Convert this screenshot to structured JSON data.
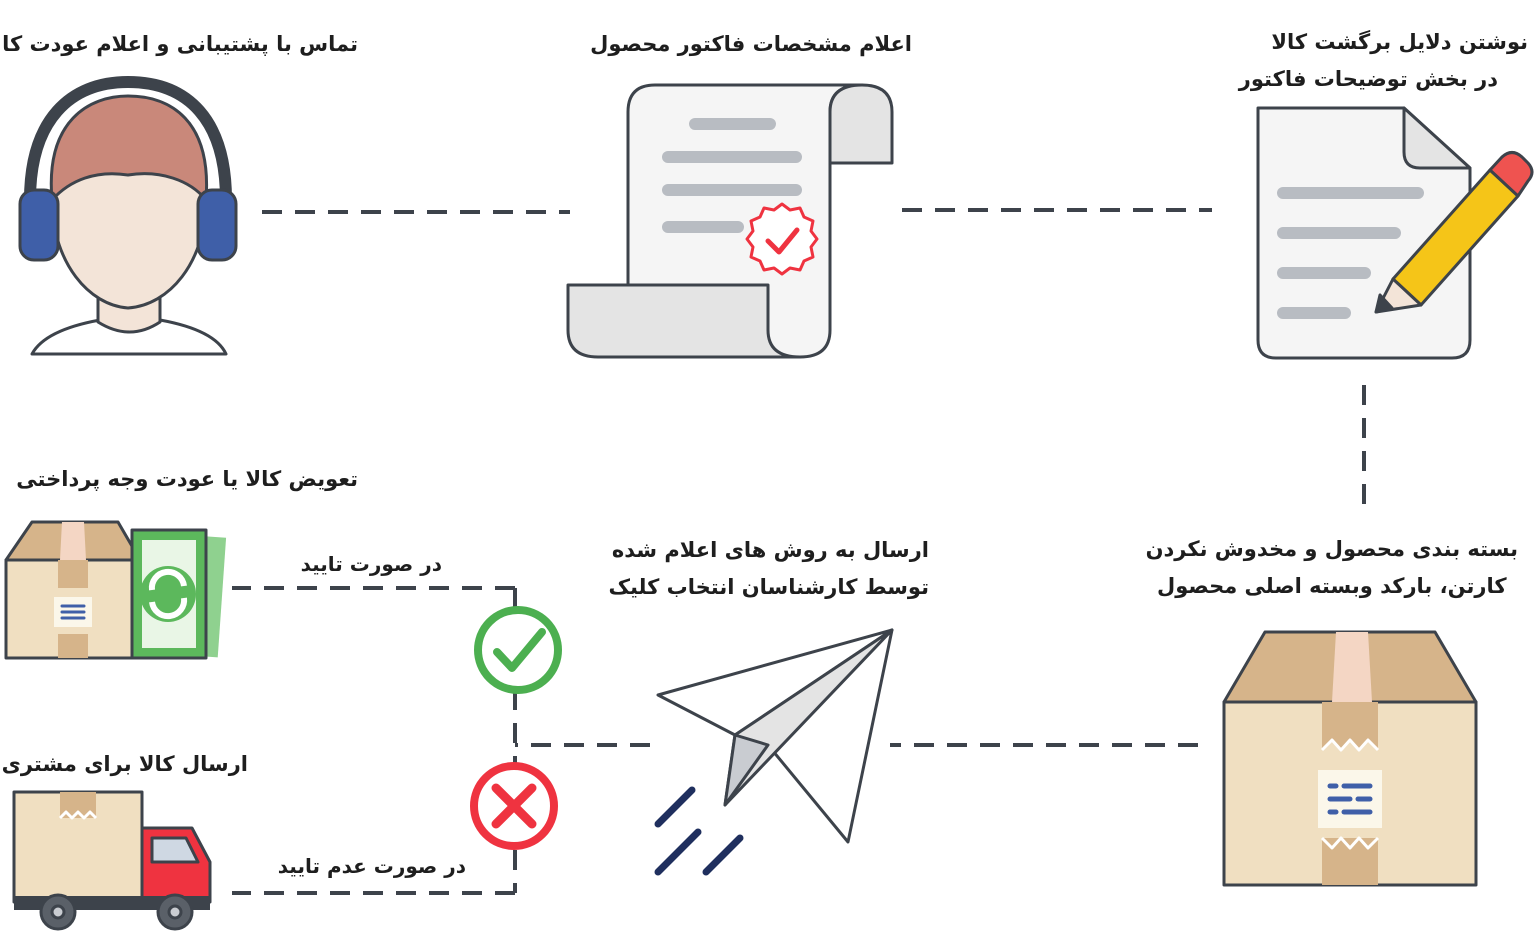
{
  "steps": {
    "support": {
      "title": "تماس با پشتیبانی و اعلام عودت کالا",
      "icon": "support-headset-icon"
    },
    "invoice": {
      "title": "اعلام مشخصات فاکتور محصول",
      "icon": "invoice-scroll-icon"
    },
    "reasons": {
      "line1": "نوشتن دلایل برگشت کالا",
      "line2": "در بخش توضیحات فاکتور",
      "icon": "document-pencil-icon"
    },
    "package": {
      "line1": "بسته بندی محصول و مخدوش نکردن",
      "line2": "کارتن، بارکد وبسته اصلی محصول",
      "icon": "package-box-icon"
    },
    "send": {
      "line1": "ارسال به روش های اعلام شده",
      "line2": "توسط کارشناسان انتخاب کلیک",
      "icon": "paper-plane-icon"
    },
    "refund": {
      "title": "تعویض کالا یا عودت وجه پرداختی",
      "icon": "box-money-icon"
    },
    "return": {
      "title": "ارسال کالا برای مشتری",
      "icon": "delivery-truck-icon"
    }
  },
  "branches": {
    "approved": {
      "label": "در صورت تایید",
      "icon": "check-circle-icon",
      "color": "#4caf50"
    },
    "rejected": {
      "label": "در صورت عدم تایید",
      "icon": "cross-circle-icon",
      "color": "#ef3340"
    }
  },
  "colors": {
    "connector": "#3d434b",
    "box": "#f0dfc1",
    "box_top": "#d6b48a",
    "paper": "#f5f5f5",
    "headphone": "#3f5fa8",
    "hair": "#c9887a",
    "pencil": "#f5c518",
    "money": "#5cb85c",
    "truck": "#ef3340"
  }
}
